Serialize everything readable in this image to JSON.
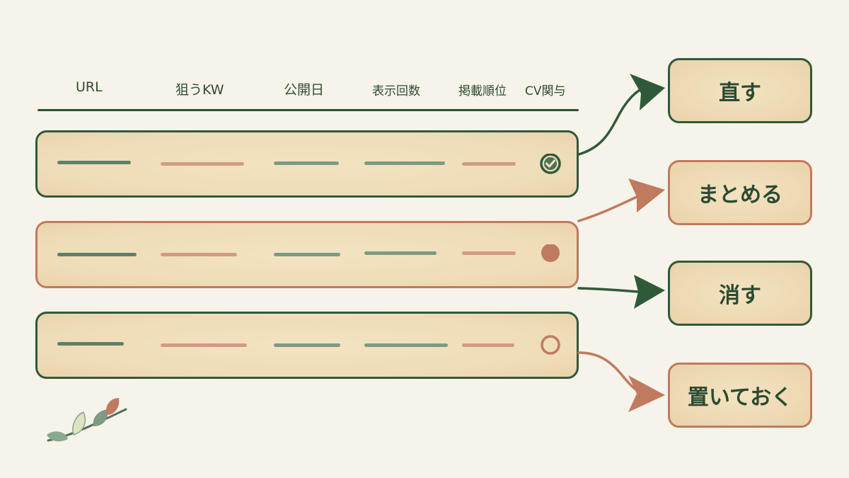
{
  "headers": [
    "URL",
    "狙うKW",
    "公開日",
    "表示回数",
    "掲載順位",
    "CV関与"
  ],
  "rows": [
    {
      "status": "check",
      "color": "#2f5a3a"
    },
    {
      "status": "filled-dot",
      "color": "#c07a60"
    },
    {
      "status": "empty-circle",
      "color": "#2f5a3a"
    }
  ],
  "actions": {
    "fix": "直す",
    "merge": "まとめる",
    "delete": "消す",
    "keep": "置いておく"
  },
  "colors": {
    "green": "#2f5a3a",
    "terracotta": "#c07a60",
    "background": "#f6f3ea",
    "card": "#efdcb8"
  },
  "icons": [
    "check-circle-icon",
    "filled-dot-icon",
    "empty-circle-icon",
    "arrow-icon",
    "leaf-sprig-icon"
  ]
}
